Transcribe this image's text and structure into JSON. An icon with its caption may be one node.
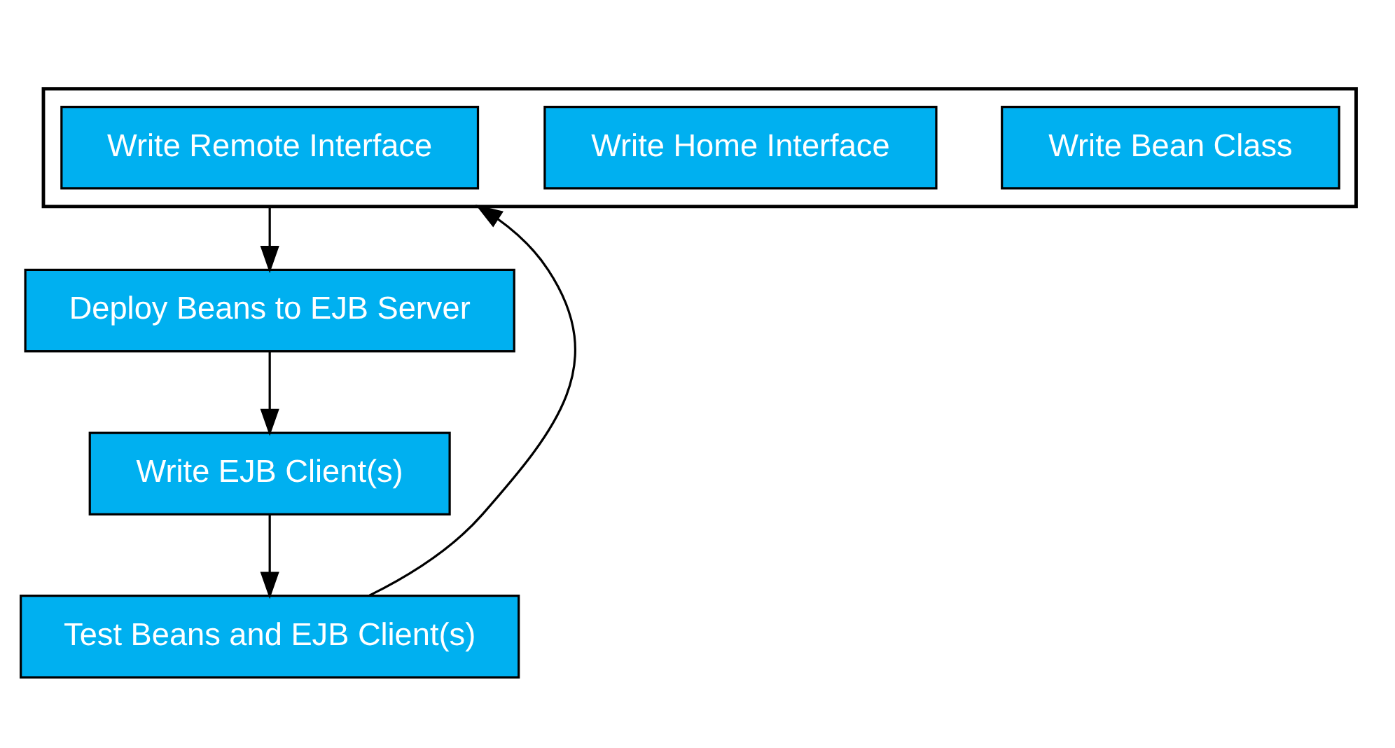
{
  "diagram": {
    "nodes": [
      {
        "text": [],
        "shape": "box"
      },
      {
        "text": [
          "Write Remote Interface"
        ],
        "in": 0
      },
      {
        "text": [
          "Write Home Interface"
        ],
        "in": 0
      },
      {
        "text": [
          "Write Bean Class"
        ],
        "in": 0
      },
      {
        "text": [
          "Deploy Beans to EJB Server"
        ]
      },
      {
        "text": [
          "Write EJB Client(s)"
        ]
      },
      {
        "text": [
          "Test Beans and EJB Client(s)"
        ]
      }
    ],
    "edges": [
      {
        "from": 0,
        "to": 4,
        "arrow": "to"
      },
      {
        "from": 4,
        "to": 5,
        "arrow": "to"
      },
      {
        "from": 5,
        "to": 6,
        "arrow": "to"
      },
      {
        "from": 6,
        "to": 0,
        "arrow": "to"
      }
    ]
  }
}
